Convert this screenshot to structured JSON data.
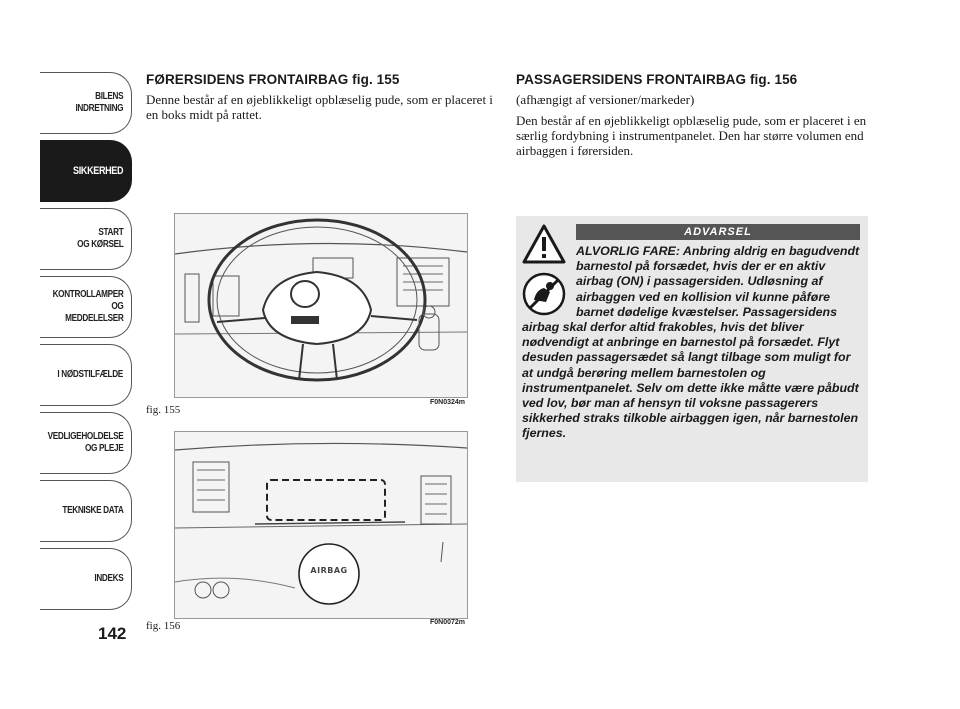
{
  "sidebar": {
    "items": [
      {
        "label": "BILENS\nINDRETNING",
        "active": false
      },
      {
        "label": "SIKKERHED",
        "active": true
      },
      {
        "label": "START\nOG KØRSEL",
        "active": false
      },
      {
        "label": "KONTROLLAMPER\nOG MEDDELELSER",
        "active": false
      },
      {
        "label": "I NØDSTILFÆLDE",
        "active": false
      },
      {
        "label": "VEDLIGEHOLDELSE\nOG PLEJE",
        "active": false
      },
      {
        "label": "TEKNISKE DATA",
        "active": false
      },
      {
        "label": "INDEKS",
        "active": false
      }
    ],
    "page_number": "142"
  },
  "left": {
    "heading": "FØRERSIDENS FRONTAIRBAG fig. 155",
    "body": "Denne består af en øjeblikkeligt opblæselig pude, som er placeret i en boks midt på rattet."
  },
  "right": {
    "heading": "PASSAGERSIDENS FRONTAIRBAG fig. 156",
    "subheading": "(afhængigt af versioner/markeder)",
    "body": "Den består af en øjeblikkeligt opblæselig pude, som er placeret i en særlig fordybning i instrumentpanelet. Den har større volumen end airbaggen i førersiden."
  },
  "figures": {
    "fig155": {
      "label": "fig. 155",
      "code": "F0N0324m"
    },
    "fig156": {
      "label": "fig. 156",
      "code": "F0N0072m",
      "airbag_text": "AIRBAG"
    }
  },
  "warning": {
    "title": "ADVARSEL",
    "text": "ALVORLIG FARE: Anbring aldrig en bagudvendt barnestol på forsædet, hvis der er en aktiv airbag (ON) i passagersiden. Udløsning af airbaggen ved en kollision vil kunne påføre barnet dødelige kvæstelser. Passagersidens airbag skal derfor altid frakobles, hvis det bliver nødvendigt at anbringe en barnestol på forsædet. Flyt desuden passagersædet så langt tilbage som muligt for at undgå berøring mellem barnestolen og instrumentpanelet. Selv om dette ikke måtte være påbudt ved lov, bør man af hensyn til voksne passagerers sikkerhed straks tilkoble airbaggen igen, når barnestolen fjernes.",
    "icons": [
      "warning-triangle-icon",
      "airbag-child-seat-icon"
    ]
  },
  "colors": {
    "accent": "#1a1a1a",
    "warning_bg": "#e8e8e8",
    "warning_bar": "#555555"
  }
}
